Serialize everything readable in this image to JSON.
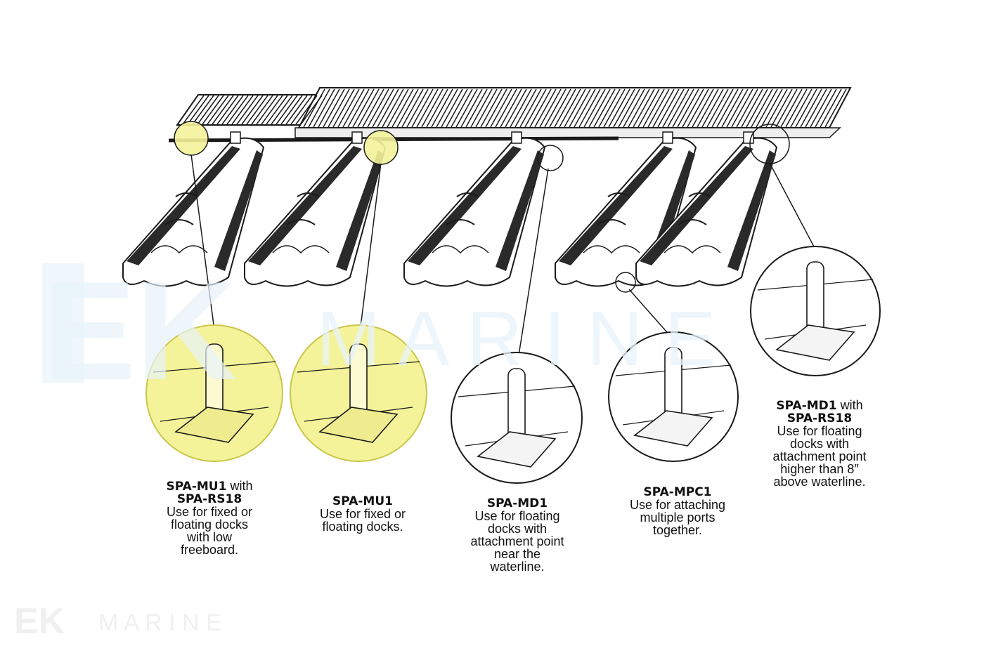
{
  "watermark": {
    "brand_letters": "EK",
    "brand_word": "M A R I N E"
  },
  "colors": {
    "highlight": "#f4f39a",
    "highlight_stroke": "#c9c64a",
    "line": "#1a1a1a",
    "watermark": "#e8f3fb",
    "watermark_small": "#f0f0f0"
  },
  "callouts": [
    {
      "code": "SPA-MU1",
      "with_text": "with",
      "code2": "SPA-RS18",
      "desc": [
        "Use for fixed or",
        "floating docks",
        "with low",
        "freeboard."
      ]
    },
    {
      "code": "SPA-MU1",
      "with_text": "",
      "code2": "",
      "desc": [
        "Use for fixed or",
        "floating docks."
      ]
    },
    {
      "code": "SPA-MD1",
      "with_text": "",
      "code2": "",
      "desc": [
        "Use for floating",
        "docks with",
        "attachment point",
        "near the",
        "waterline."
      ]
    },
    {
      "code": "SPA-MPC1",
      "with_text": "",
      "code2": "",
      "desc": [
        "Use for attaching",
        "multiple ports",
        "together."
      ]
    },
    {
      "code": "SPA-MD1",
      "with_text": "with",
      "code2": "SPA-RS18",
      "desc": [
        "Use for floating",
        "docks with",
        "attachment point",
        "higher than 8″",
        "above waterline."
      ]
    }
  ]
}
